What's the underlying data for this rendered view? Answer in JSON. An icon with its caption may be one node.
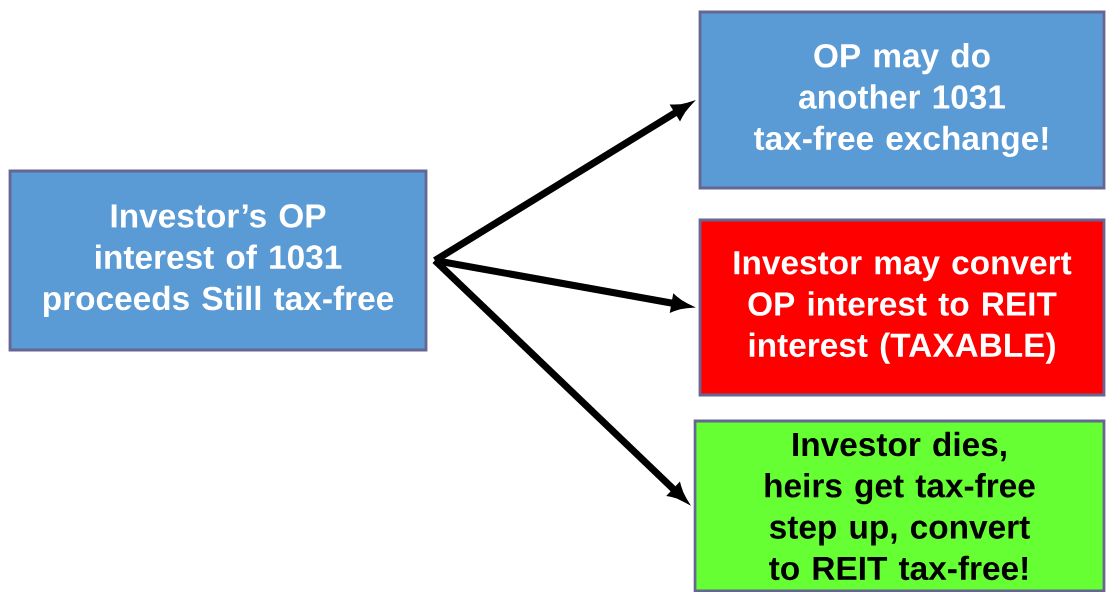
{
  "diagram": {
    "nodes": [
      {
        "text": [
          "Investor’s OP interest of 1031 proceeds Still tax-free"
        ]
      },
      {
        "text": [
          "OP may do another 1031 tax-free exchange!"
        ]
      },
      {
        "text": [
          "Investor may convert OP interest to REIT interest (TAXABLE)"
        ]
      },
      {
        "text": [
          "Investor dies, heirs get tax-free step up, convert to REIT tax-free!"
        ]
      }
    ],
    "edges": [
      {
        "from": 0,
        "to": 1,
        "arrow": "to"
      },
      {
        "from": 0,
        "to": 2,
        "arrow": "to"
      },
      {
        "from": 0,
        "to": 3,
        "arrow": "to"
      }
    ]
  }
}
